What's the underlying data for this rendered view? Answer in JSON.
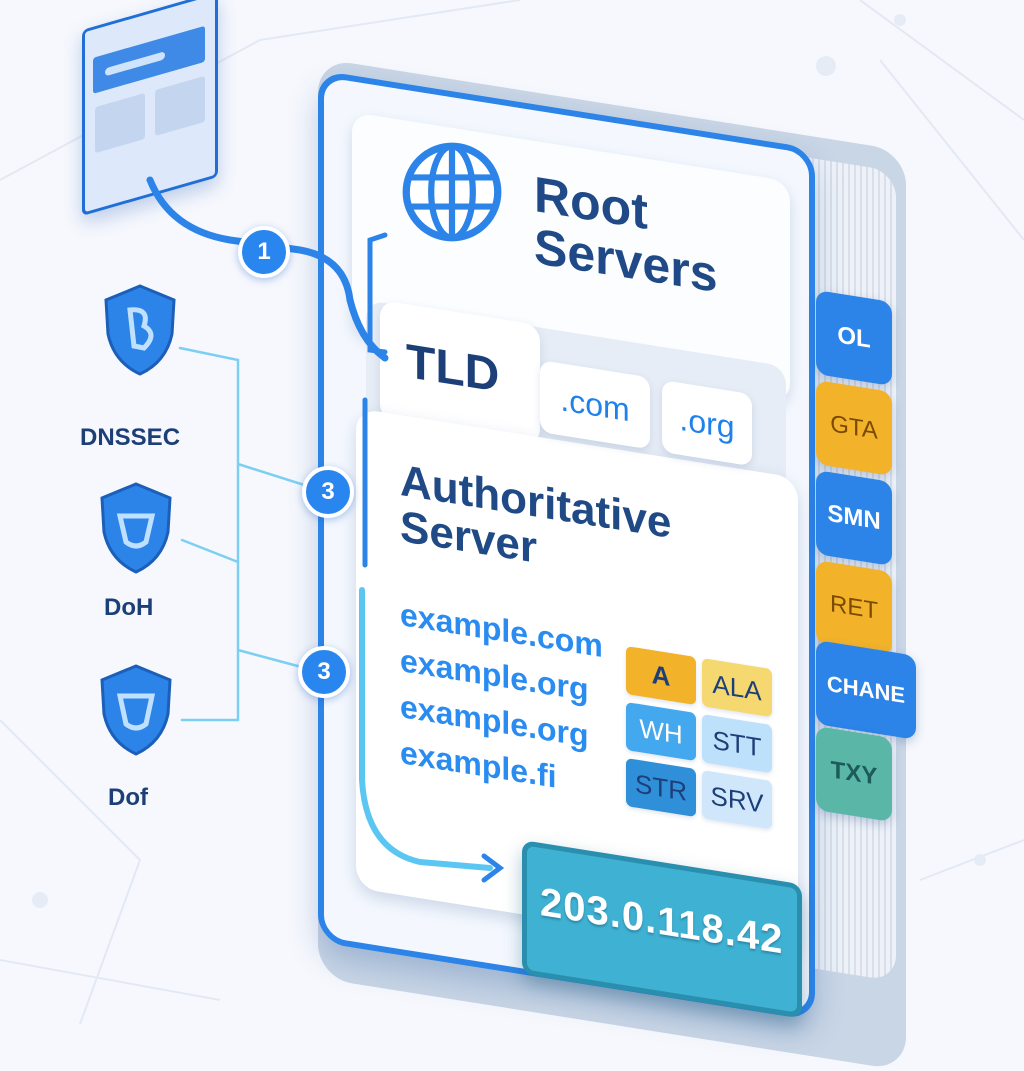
{
  "colors": {
    "primary_blue": "#2c84e8",
    "dark_navy": "#1d3f78",
    "light_blue": "#2a8cf0",
    "orange": "#f2b32a",
    "yellow": "#f5d870",
    "teal": "#3fb1d2",
    "teal_muted": "#5ab7a8"
  },
  "steps": [
    "1",
    "3",
    "3"
  ],
  "security": [
    {
      "label": "DNSSEC",
      "icon": "shield-icon"
    },
    {
      "label": "DoH",
      "icon": "shield-icon"
    },
    {
      "label": "Dof",
      "icon": "shield-icon"
    }
  ],
  "root": {
    "line1": "Root",
    "line2": "Servers",
    "icon": "globe-icon"
  },
  "tld": {
    "label": "TLD",
    "chips": [
      ".com",
      ".org"
    ]
  },
  "authoritative": {
    "line1": "Authoritative",
    "line2": "Server",
    "domains": [
      "example.com",
      "example.org",
      "example.org",
      "example.fi"
    ],
    "records": [
      "A",
      "ALA",
      "WH",
      "STT",
      "STR",
      "SRV"
    ]
  },
  "side_tabs": [
    "OL",
    "GTA",
    "SMN",
    "RET",
    "CHANE",
    "TXY"
  ],
  "result": {
    "ip": "203.0.118.42"
  }
}
